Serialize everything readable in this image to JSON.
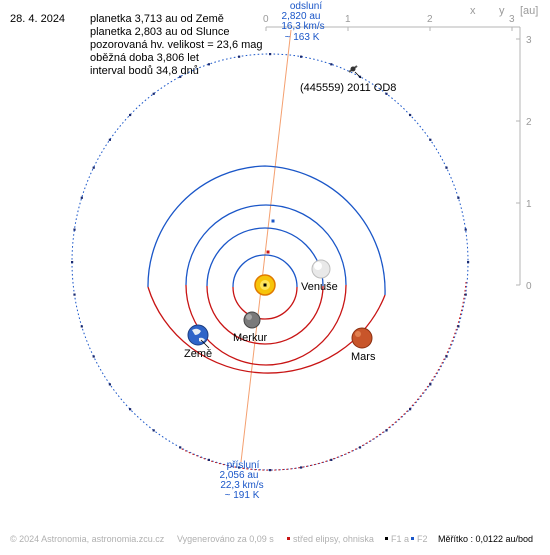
{
  "date": "28. 4. 2024",
  "info_lines": [
    "planetka 3,713 au od Země",
    "planetka 2,803 au od Slunce",
    "pozorovaná hv. velikost = 23,6 mag",
    "oběžná doba 3,806 let",
    "interval bodů 34,8 dnů"
  ],
  "asteroid_name": "(445559) 2011 OD8",
  "aphelion": {
    "title": "odsluní",
    "dist": "2,820 au",
    "speed": "16,3 km/s",
    "temp": "~ 163 K"
  },
  "perihelion": {
    "title": "přísluní",
    "dist": "2,056 au",
    "speed": "22,3 km/s",
    "temp": "~ 191 K"
  },
  "planets": {
    "venus": "Venuše",
    "mercury": "Merkur",
    "earth": "Země",
    "mars": "Mars"
  },
  "axis": {
    "x_label": "x",
    "y_label": "y",
    "unit": "[au]",
    "x_ticks": [
      "0",
      "1",
      "2",
      "3"
    ],
    "y_ticks": [
      "3",
      "2",
      "1",
      "0"
    ]
  },
  "footer": {
    "copyright": "© 2024 Astronomia, astronomia.zcu.cz",
    "generated": "Vygenerováno za 0,09 s",
    "legend_center": "střed elipsy, ohniska",
    "legend_f1": "F1 a",
    "legend_f2": "F2",
    "scale": "Měřítko : 0,0122 au/bod"
  },
  "colors": {
    "blue": "#1a56c8",
    "red": "#c81414",
    "axis": "#b4b4b4",
    "apsis_line": "#f4a070"
  }
}
